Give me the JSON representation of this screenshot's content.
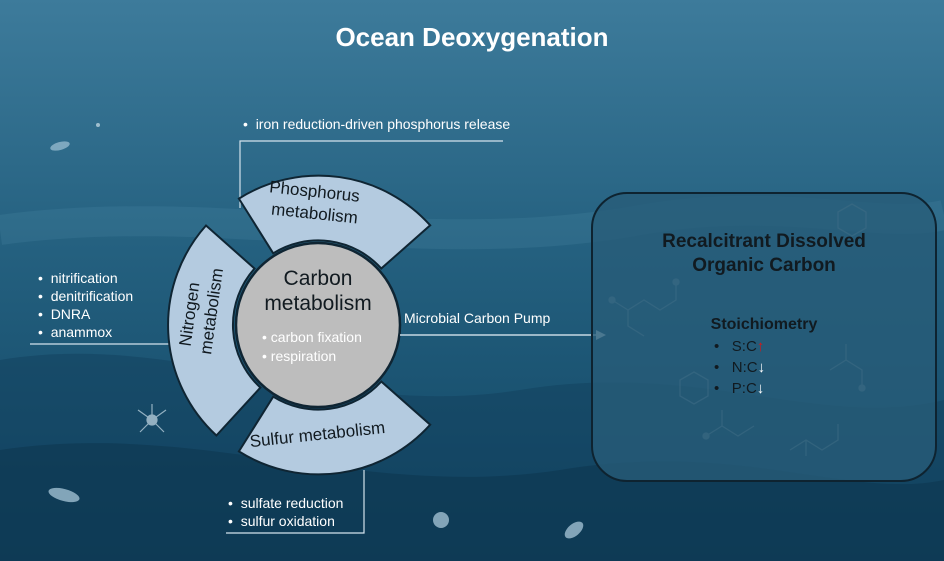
{
  "title": "Ocean Deoxygenation",
  "center": {
    "title_line1": "Carbon",
    "title_line2": "metabolism",
    "bullets": [
      "carbon fixation",
      "respiration"
    ]
  },
  "segments": {
    "phosphorus": [
      "Phosphorus",
      "metabolism"
    ],
    "nitrogen": [
      "Nitrogen",
      "metabolism"
    ],
    "sulfur": "Sulfur metabolism"
  },
  "notes": {
    "phosphorus": [
      "iron reduction-driven phosphorus release"
    ],
    "nitrogen": [
      "nitrification",
      "denitrification",
      "DNRA",
      "anammox"
    ],
    "sulfur": [
      "sulfate reduction",
      "sulfur oxidation"
    ]
  },
  "arrow_label": "Microbial Carbon Pump",
  "box": {
    "title_line1": "Recalcitrant Dissolved",
    "title_line2": "Organic Carbon",
    "stoich_title": "Stoichiometry",
    "ratios": [
      {
        "label": "S:C",
        "arrow": "↑",
        "direction": "up"
      },
      {
        "label": "N:C",
        "arrow": "↓",
        "direction": "down"
      },
      {
        "label": "P:C",
        "arrow": "↓",
        "direction": "down"
      }
    ]
  },
  "colors": {
    "background": "#21597a",
    "segment_fill": "#b4cbe0",
    "center_fill": "#bdbdbd",
    "box_fill": "#285c78",
    "ratio_up": "#d21a1a",
    "ratio_down": "#ffffff"
  }
}
